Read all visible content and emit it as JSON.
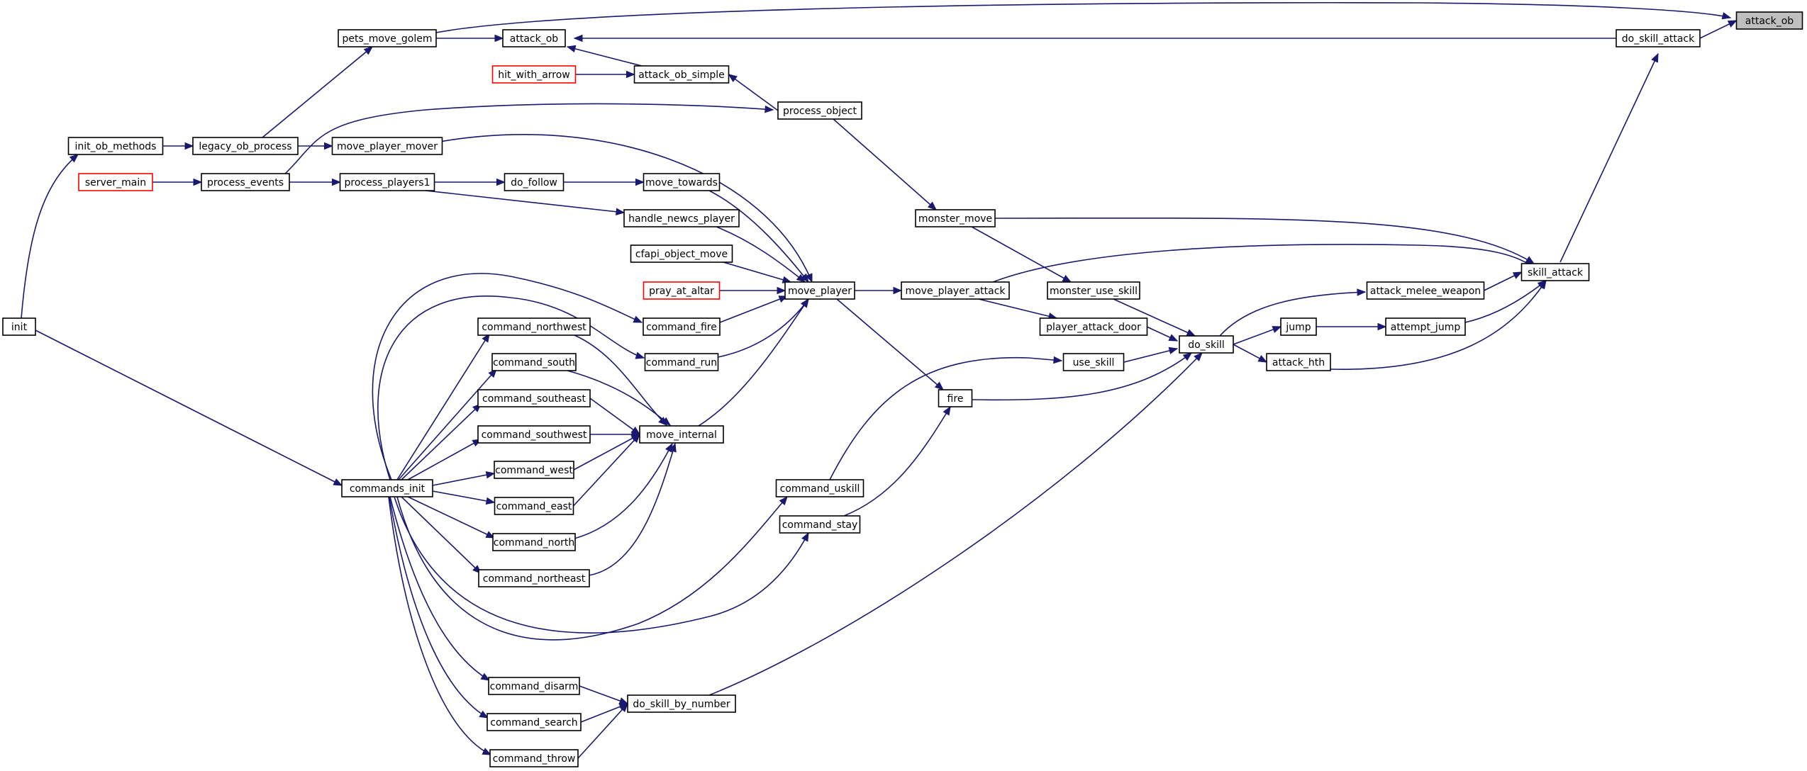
{
  "colors": {
    "edge": "#191970",
    "highlight_border": "#ff0000",
    "root_fill": "#bfbfbf",
    "node_border": "#000000",
    "background": "#ffffff"
  },
  "nodes": [
    {
      "id": "attack_ob_root",
      "label": "attack_ob",
      "style": "root"
    },
    {
      "id": "do_skill_attack",
      "label": "do_skill_attack"
    },
    {
      "id": "skill_attack",
      "label": "skill_attack"
    },
    {
      "id": "pets_move_golem",
      "label": "pets_move_golem"
    },
    {
      "id": "attack_ob",
      "label": "attack_ob"
    },
    {
      "id": "hit_with_arrow",
      "label": "hit_with_arrow",
      "style": "highlight"
    },
    {
      "id": "attack_ob_simple",
      "label": "attack_ob_simple"
    },
    {
      "id": "process_object",
      "label": "process_object"
    },
    {
      "id": "init_ob_methods",
      "label": "init_ob_methods"
    },
    {
      "id": "legacy_ob_process",
      "label": "legacy_ob_process"
    },
    {
      "id": "move_player_mover",
      "label": "move_player_mover"
    },
    {
      "id": "server_main",
      "label": "server_main",
      "style": "highlight"
    },
    {
      "id": "process_events",
      "label": "process_events"
    },
    {
      "id": "process_players1",
      "label": "process_players1"
    },
    {
      "id": "do_follow",
      "label": "do_follow"
    },
    {
      "id": "move_towards",
      "label": "move_towards"
    },
    {
      "id": "handle_newcs_player",
      "label": "handle_newcs_player"
    },
    {
      "id": "cfapi_object_move",
      "label": "cfapi_object_move"
    },
    {
      "id": "pray_at_altar",
      "label": "pray_at_altar",
      "style": "highlight"
    },
    {
      "id": "move_player",
      "label": "move_player"
    },
    {
      "id": "move_player_attack",
      "label": "move_player_attack"
    },
    {
      "id": "monster_move",
      "label": "monster_move"
    },
    {
      "id": "monster_use_skill",
      "label": "monster_use_skill"
    },
    {
      "id": "attack_melee_weapon",
      "label": "attack_melee_weapon"
    },
    {
      "id": "jump",
      "label": "jump"
    },
    {
      "id": "attempt_jump",
      "label": "attempt_jump"
    },
    {
      "id": "player_attack_door",
      "label": "player_attack_door"
    },
    {
      "id": "do_skill",
      "label": "do_skill"
    },
    {
      "id": "use_skill",
      "label": "use_skill"
    },
    {
      "id": "attack_hth",
      "label": "attack_hth"
    },
    {
      "id": "fire",
      "label": "fire"
    },
    {
      "id": "init",
      "label": "init"
    },
    {
      "id": "command_fire",
      "label": "command_fire"
    },
    {
      "id": "command_run",
      "label": "command_run"
    },
    {
      "id": "command_northwest",
      "label": "command_northwest"
    },
    {
      "id": "command_south",
      "label": "command_south"
    },
    {
      "id": "command_southeast",
      "label": "command_southeast"
    },
    {
      "id": "command_southwest",
      "label": "command_southwest"
    },
    {
      "id": "move_internal",
      "label": "move_internal"
    },
    {
      "id": "command_west",
      "label": "command_west"
    },
    {
      "id": "commands_init",
      "label": "commands_init"
    },
    {
      "id": "command_east",
      "label": "command_east"
    },
    {
      "id": "command_north",
      "label": "command_north"
    },
    {
      "id": "command_northeast",
      "label": "command_northeast"
    },
    {
      "id": "command_uskill",
      "label": "command_uskill"
    },
    {
      "id": "command_stay",
      "label": "command_stay"
    },
    {
      "id": "command_disarm",
      "label": "command_disarm"
    },
    {
      "id": "do_skill_by_number",
      "label": "do_skill_by_number"
    },
    {
      "id": "command_search",
      "label": "command_search"
    },
    {
      "id": "command_throw",
      "label": "command_throw"
    }
  ],
  "edges": [
    {
      "from": "do_skill_attack",
      "to": "attack_ob_root"
    },
    {
      "from": "pets_move_golem",
      "to": "attack_ob_root"
    },
    {
      "from": "skill_attack",
      "to": "do_skill_attack"
    },
    {
      "from": "do_skill_attack",
      "to": "attack_ob"
    },
    {
      "from": "pets_move_golem",
      "to": "attack_ob"
    },
    {
      "from": "attack_ob_simple",
      "to": "attack_ob"
    },
    {
      "from": "legacy_ob_process",
      "to": "pets_move_golem"
    },
    {
      "from": "hit_with_arrow",
      "to": "attack_ob_simple"
    },
    {
      "from": "process_object",
      "to": "attack_ob_simple"
    },
    {
      "from": "process_events",
      "to": "process_object"
    },
    {
      "from": "init_ob_methods",
      "to": "legacy_ob_process"
    },
    {
      "from": "init",
      "to": "init_ob_methods"
    },
    {
      "from": "legacy_ob_process",
      "to": "move_player_mover"
    },
    {
      "from": "server_main",
      "to": "process_events"
    },
    {
      "from": "process_events",
      "to": "process_players1"
    },
    {
      "from": "process_players1",
      "to": "do_follow"
    },
    {
      "from": "do_follow",
      "to": "move_towards"
    },
    {
      "from": "process_players1",
      "to": "handle_newcs_player"
    },
    {
      "from": "move_player_mover",
      "to": "move_player"
    },
    {
      "from": "move_towards",
      "to": "move_player"
    },
    {
      "from": "handle_newcs_player",
      "to": "move_player"
    },
    {
      "from": "cfapi_object_move",
      "to": "move_player"
    },
    {
      "from": "pray_at_altar",
      "to": "move_player"
    },
    {
      "from": "command_fire",
      "to": "move_player"
    },
    {
      "from": "command_run",
      "to": "move_player"
    },
    {
      "from": "move_internal",
      "to": "move_player"
    },
    {
      "from": "move_player",
      "to": "move_player_attack"
    },
    {
      "from": "process_object",
      "to": "monster_move"
    },
    {
      "from": "monster_move",
      "to": "skill_attack"
    },
    {
      "from": "move_player_attack",
      "to": "skill_attack"
    },
    {
      "from": "attack_melee_weapon",
      "to": "skill_attack"
    },
    {
      "from": "attempt_jump",
      "to": "skill_attack"
    },
    {
      "from": "attack_hth",
      "to": "skill_attack"
    },
    {
      "from": "monster_move",
      "to": "monster_use_skill"
    },
    {
      "from": "move_player_attack",
      "to": "player_attack_door"
    },
    {
      "from": "do_skill",
      "to": "attack_melee_weapon"
    },
    {
      "from": "do_skill",
      "to": "jump"
    },
    {
      "from": "jump",
      "to": "attempt_jump"
    },
    {
      "from": "do_skill",
      "to": "attack_hth"
    },
    {
      "from": "monster_use_skill",
      "to": "do_skill"
    },
    {
      "from": "player_attack_door",
      "to": "do_skill"
    },
    {
      "from": "use_skill",
      "to": "do_skill"
    },
    {
      "from": "fire",
      "to": "do_skill"
    },
    {
      "from": "do_skill_by_number",
      "to": "do_skill"
    },
    {
      "from": "command_uskill",
      "to": "use_skill"
    },
    {
      "from": "move_player",
      "to": "fire"
    },
    {
      "from": "command_stay",
      "to": "fire"
    },
    {
      "from": "init",
      "to": "commands_init"
    },
    {
      "from": "commands_init",
      "to": "command_fire"
    },
    {
      "from": "commands_init",
      "to": "command_run"
    },
    {
      "from": "commands_init",
      "to": "command_northwest"
    },
    {
      "from": "commands_init",
      "to": "command_south"
    },
    {
      "from": "commands_init",
      "to": "command_southeast"
    },
    {
      "from": "commands_init",
      "to": "command_southwest"
    },
    {
      "from": "commands_init",
      "to": "command_west"
    },
    {
      "from": "commands_init",
      "to": "command_east"
    },
    {
      "from": "commands_init",
      "to": "command_north"
    },
    {
      "from": "commands_init",
      "to": "command_northeast"
    },
    {
      "from": "commands_init",
      "to": "command_uskill"
    },
    {
      "from": "commands_init",
      "to": "command_stay"
    },
    {
      "from": "commands_init",
      "to": "command_disarm"
    },
    {
      "from": "commands_init",
      "to": "command_search"
    },
    {
      "from": "commands_init",
      "to": "command_throw"
    },
    {
      "from": "command_northwest",
      "to": "move_internal"
    },
    {
      "from": "command_south",
      "to": "move_internal"
    },
    {
      "from": "command_southeast",
      "to": "move_internal"
    },
    {
      "from": "command_southwest",
      "to": "move_internal"
    },
    {
      "from": "command_west",
      "to": "move_internal"
    },
    {
      "from": "command_east",
      "to": "move_internal"
    },
    {
      "from": "command_north",
      "to": "move_internal"
    },
    {
      "from": "command_northeast",
      "to": "move_internal"
    },
    {
      "from": "command_disarm",
      "to": "do_skill_by_number"
    },
    {
      "from": "command_search",
      "to": "do_skill_by_number"
    },
    {
      "from": "command_throw",
      "to": "do_skill_by_number"
    }
  ]
}
